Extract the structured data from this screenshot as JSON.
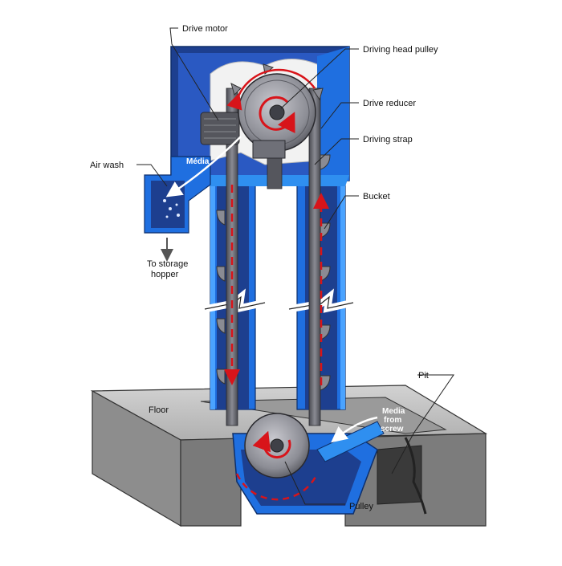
{
  "labels": {
    "drive_motor": "Drive motor",
    "driving_head_pulley": "Driving head pulley",
    "drive_reducer": "Drive reducer",
    "driving_strap": "Driving strap",
    "air_wash": "Air wash",
    "media": "Média",
    "bucket": "Bucket",
    "to_storage_line1": "To storage",
    "to_storage_line2": "hopper",
    "pit": "Pit",
    "floor": "Floor",
    "media_from_screw_line1": "Media",
    "media_from_screw_line2": "from",
    "media_from_screw_line3": "screw",
    "pulley": "Pulley"
  },
  "colors": {
    "blue_bright": "#1f6fe0",
    "blue_dark": "#1d3f8f",
    "steel": "#6f7078",
    "steel_dark": "#3f4047",
    "concrete": "#bcbcbc",
    "concrete_dark": "#5a5a5a",
    "flow_arrow": "#d8141a"
  }
}
